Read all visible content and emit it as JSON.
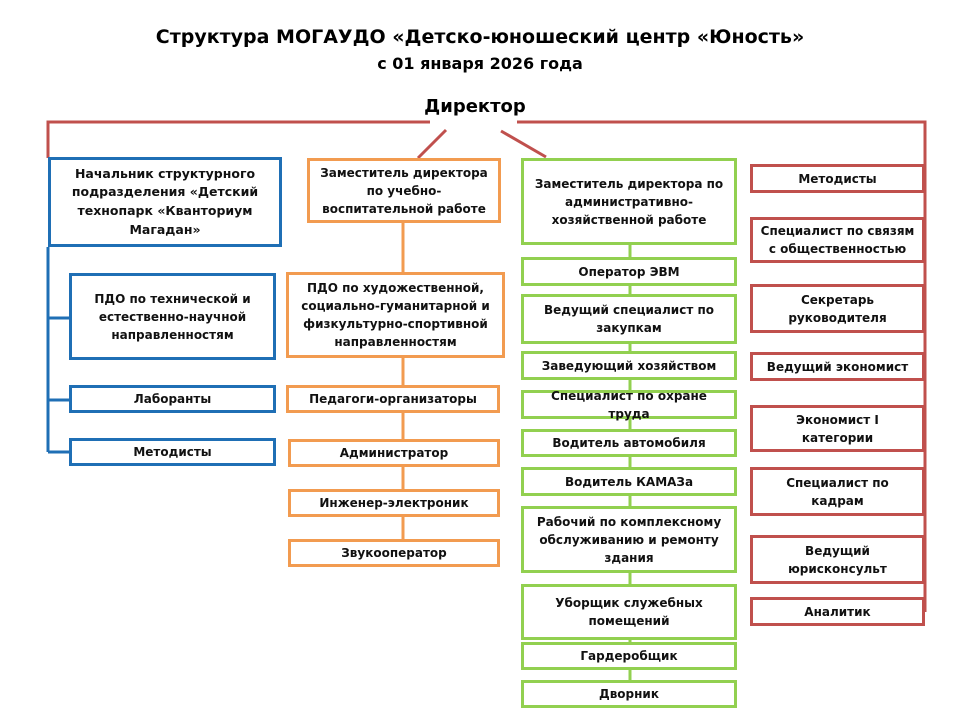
{
  "title": "Структура МОГАУДО «Детско-юношеский центр «Юность»",
  "subtitle": "с 01 января  2026 года",
  "director": "Директор",
  "colors": {
    "blue": "#1f6fb5",
    "orange": "#f29b50",
    "green": "#92d050",
    "red": "#c0504d"
  },
  "blue_branch": [
    "Начальник структурного подразделения «Детский технопарк «Кванториум Магадан»",
    "ПДО по технической и естественно-научной направленностям",
    "Лаборанты",
    "Методисты"
  ],
  "orange_branch": [
    "Заместитель директора по учебно-воспитательной работе",
    "ПДО по художественной, социально-гуманитарной и физкультурно-спортивной направленностям",
    "Педагоги-организаторы",
    "Администратор",
    "Инженер-электроник",
    "Звукооператор"
  ],
  "green_branch": [
    "Заместитель директора по административно-хозяйственной работе",
    "Оператор ЭВМ",
    "Ведущий специалист по закупкам",
    "Заведующий хозяйством",
    "Специалист по охране труда",
    "Водитель автомобиля",
    "Водитель КАМАЗа",
    "Рабочий по комплексному обслуживанию и ремонту здания",
    "Уборщик служебных помещений",
    "Гардеробщик",
    "Дворник"
  ],
  "red_branch": [
    "Методисты",
    "Специалист по связям с общественностью",
    "Секретарь руководителя",
    "Ведущий экономист",
    "Экономист I категории",
    "Специалист по кадрам",
    "Ведущий юрисконсульт",
    "Аналитик"
  ]
}
